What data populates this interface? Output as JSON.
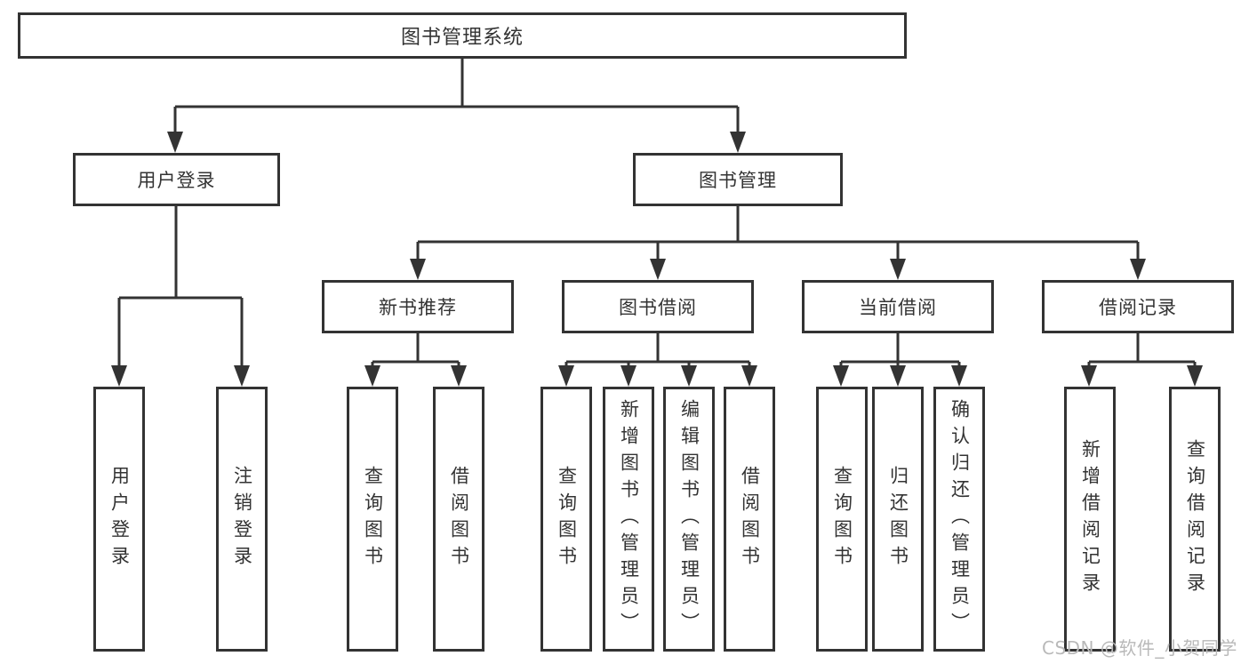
{
  "tree": {
    "root": {
      "label": "图书管理系统",
      "children": [
        {
          "label": "用户登录",
          "children": [
            {
              "label": "用户登录"
            },
            {
              "label": "注销登录"
            }
          ]
        },
        {
          "label": "图书管理",
          "children": [
            {
              "label": "新书推荐",
              "children": [
                {
                  "label": "查询图书"
                },
                {
                  "label": "借阅图书"
                }
              ]
            },
            {
              "label": "图书借阅",
              "children": [
                {
                  "label": "查询图书"
                },
                {
                  "label": "新增图书（管理员）"
                },
                {
                  "label": "编辑图书（管理员）"
                },
                {
                  "label": "借阅图书"
                }
              ]
            },
            {
              "label": "当前借阅",
              "children": [
                {
                  "label": "查询图书"
                },
                {
                  "label": "归还图书"
                },
                {
                  "label": "确认归还（管理员）"
                }
              ]
            },
            {
              "label": "借阅记录",
              "children": [
                {
                  "label": "新增借阅记录"
                },
                {
                  "label": "查询借阅记录"
                }
              ]
            }
          ]
        }
      ]
    }
  },
  "watermark": {
    "text": "CSDN @软件_小贺同学"
  },
  "colors": {
    "line": "#333333",
    "text": "#333333",
    "watermark": "#b9b9b9",
    "background": "#ffffff"
  }
}
